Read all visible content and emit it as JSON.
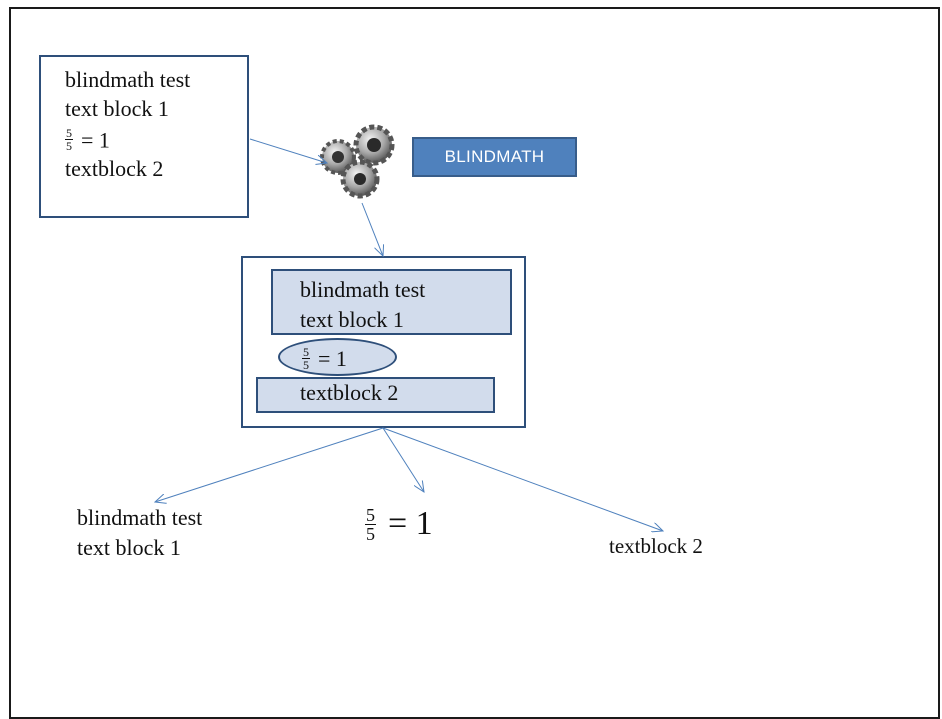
{
  "input_block": {
    "line1": "blindmath test",
    "line2": "text block 1",
    "formula": {
      "numerator": "5",
      "denominator": "5",
      "rhs": "= 1"
    },
    "line4": "textblock 2"
  },
  "tool": {
    "label": "BLINDMATH",
    "icon": "gears-icon"
  },
  "segmented": {
    "text_block": [
      "blindmath test",
      "text block 1"
    ],
    "formula": {
      "numerator": "5",
      "denominator": "5",
      "rhs": "= 1"
    },
    "text_block_2": "textblock 2"
  },
  "outputs": {
    "text_block": [
      "blindmath test",
      "text block 1"
    ],
    "formula": {
      "numerator": "5",
      "denominator": "5",
      "rhs": "= 1"
    },
    "text_block_2": "textblock 2"
  },
  "colors": {
    "box_border": "#2e4f7a",
    "segment_fill": "#d2dcec",
    "button_fill": "#4f81bd",
    "arrow": "#4f81bd"
  }
}
